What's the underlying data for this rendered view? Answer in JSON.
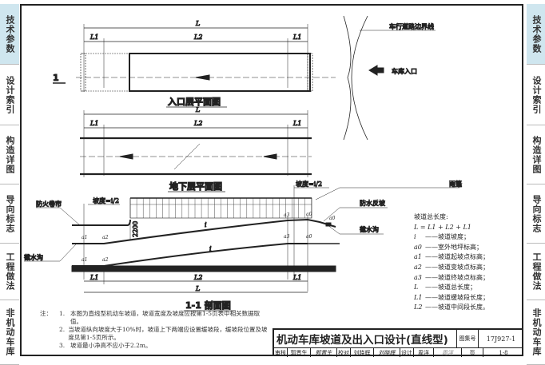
{
  "sidebar": {
    "items": [
      {
        "label": "技术参数",
        "active": true
      },
      {
        "label": "设计索引",
        "active": false
      },
      {
        "label": "构造详图",
        "active": false
      },
      {
        "label": "导向标志",
        "active": false
      },
      {
        "label": "工程做法",
        "active": false
      },
      {
        "label": "非机动车库",
        "active": false
      }
    ],
    "active_color": "#cfe6ef"
  },
  "drawing": {
    "dim_L": "L",
    "dim_L1": "L1",
    "dim_L2": "L2",
    "elev_a0": "a0",
    "elev_a1": "a1",
    "elev_a2": "a2",
    "elev_a3": "a3",
    "section_mark": "1",
    "road_edge_label": "车行道路边界线",
    "entrance_label": "车库入口",
    "entrance_plan_title": "入口层平面图",
    "basement_plan_title": "地下层平面图",
    "section_title": "1-1 剖面图",
    "slope_half_label": "坡度=i/2",
    "slope_i": "i",
    "canopy_label": "雨篷",
    "fire_shutter_label": "防火卷帘",
    "waterproof_label": "防水反坡",
    "drain_label": "截水沟",
    "clearance": "2200"
  },
  "notes": {
    "prefix": "注：",
    "items": [
      {
        "num": "1.",
        "text": "本图为直线型机动车坡道，坡道宽度及坡度应按第1-5页表中相关数据取值。"
      },
      {
        "num": "2.",
        "text": "当坡道纵向坡度大于10%时，坡道上下两端应设置缓坡段，缓坡段位置及坡度见第1-5页所示。"
      },
      {
        "num": "3.",
        "text": "坡道最小净高不应小于2.2m。"
      }
    ]
  },
  "legend": {
    "title": "坡道总长度:",
    "formula": "L = L1 + L2 + L1",
    "items": [
      {
        "sym": "i",
        "desc": "——坡道坡度；"
      },
      {
        "sym": "a0",
        "desc": "——室外地坪标高；"
      },
      {
        "sym": "a1",
        "desc": "——坡道起坡点标高；"
      },
      {
        "sym": "a2",
        "desc": "——坡道变坡点标高；"
      },
      {
        "sym": "a3",
        "desc": "——坡道终坡点标高；"
      },
      {
        "sym": "L",
        "desc": "——坡道总长度；"
      },
      {
        "sym": "L1",
        "desc": "——坡道缓坡段长度；"
      },
      {
        "sym": "L2",
        "desc": "——坡道中间段长度。"
      }
    ]
  },
  "title_block": {
    "title": "机动车库坡道及出入口设计(直线型)",
    "atlas_label": "图集号",
    "atlas_no": "17J927-1",
    "review_label": "审核",
    "reviewer": "郭晋生",
    "reviewer_sig": "郭晋生",
    "check_label": "校对",
    "checker": "刘晓辉",
    "checker_sig": "刘晓辉",
    "design_label": "设计",
    "designer": "周洋",
    "designer_sig": "周洋",
    "page_label": "页",
    "page_no": "1-8"
  }
}
